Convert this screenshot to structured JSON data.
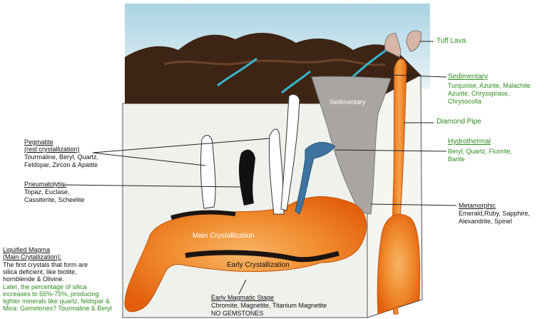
{
  "labels": {
    "tuff_lava": "Tuff Lava",
    "sedimentary_title": "Sedimentary",
    "sedimentary_minerals": [
      "Turquoise, Azurite, Malachite",
      "Azurite, Chrysoprase,",
      "Chrysocolla"
    ],
    "sedimentary_inner": "Sedimentary",
    "diamond_pipe": "Diamond Pipe",
    "hydrothermal_title": "Hydrothermal",
    "hydrothermal_minerals": [
      "Beryl, Quartz, Fluorite,",
      "Barite"
    ],
    "metamorphic_title": "Metamorphic",
    "metamorphic_minerals": [
      "Emerald,Ruby, Sapphire,",
      "Alexandrite, Spinel"
    ],
    "pegmatite_title": "Pegmatite",
    "pegmatite_subtitle": "(rest crystallization)",
    "pegmatite_minerals": [
      "Tourmaline, Beryl, Quartz,",
      "Feldspar, Zircon & Apatite"
    ],
    "pneumatolytic_title": "Pneumatolytic:",
    "pneumatolytic_minerals": [
      "Topaz, Euclase,",
      "Cassiterite, Scheelite"
    ],
    "main_crystallization": "Main Crystallization",
    "early_crystallization": "Early Crystallization",
    "liquified_title": "Liquified Magma",
    "liquified_subtitle": "(Main Crytallization):",
    "liquified_black": [
      "The first crystals that form are",
      "silica deficient, like biotite,",
      "hornblende & Olivine."
    ],
    "liquified_green": [
      "Later, the percentage of silica",
      "increases to 55%-75%, producing",
      "lighter minerals like quartz, feldspar &",
      "Mica: Gemstones? Tourmaline & Beryl"
    ],
    "early_magmatic_title": "Early Magmatic Stage",
    "early_magmatic_minerals": [
      "Chromite, Magnetite, Titanium Magnetite",
      "NO GEMSTONES"
    ]
  },
  "colors": {
    "sky": "#b8dbe8",
    "mountain": "#3e2414",
    "water_vein": "#34b8d0",
    "block_face": "#eef1ec",
    "sediment": "#a9a5a2",
    "magma_outer": "#e86a10",
    "magma_inner": "#f6a04a",
    "hydrothermal": "#3f74a0",
    "tuff": "#d9b5a8",
    "label_green": "#2e8b1e"
  }
}
